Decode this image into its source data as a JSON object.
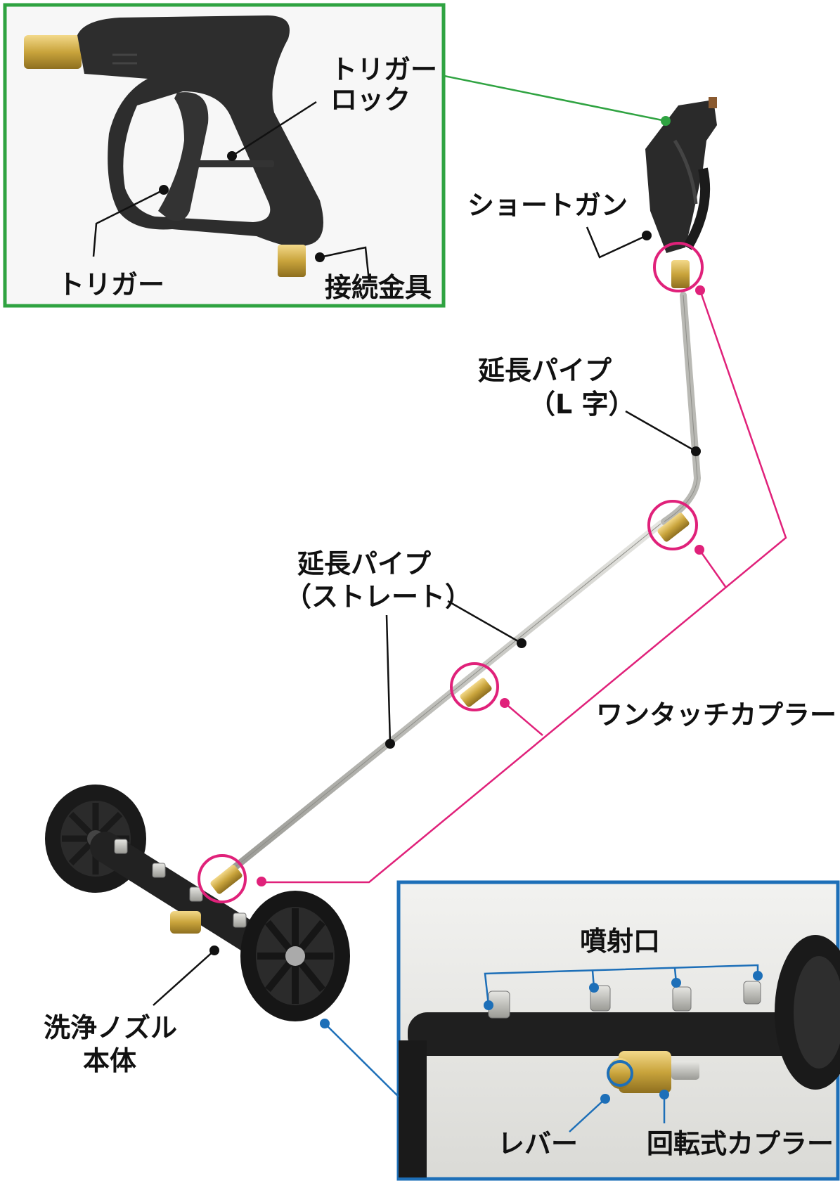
{
  "labels": {
    "trigger_lock_1": "トリガー",
    "trigger_lock_2": "ロック",
    "trigger": "トリガー",
    "connector": "接続金具",
    "short_gun": "ショートガン",
    "pipe_l_1": "延長パイプ",
    "pipe_l_2": "（L 字）",
    "pipe_straight_1": "延長パイプ",
    "pipe_straight_2": "（ストレート）",
    "one_touch_coupler": "ワンタッチカプラー",
    "nozzle_body_1": "洗浄ノズル",
    "nozzle_body_2": "本体",
    "spray_outlet": "噴射口",
    "lever": "レバー",
    "rotary_coupler": "回転式カプラー"
  },
  "colors": {
    "green_frame": "#2fa341",
    "blue_frame": "#1d6fb8",
    "magenta": "#e0217a",
    "black": "#111111",
    "brass": "#c9a43c",
    "steel": "#b9b9b4"
  }
}
